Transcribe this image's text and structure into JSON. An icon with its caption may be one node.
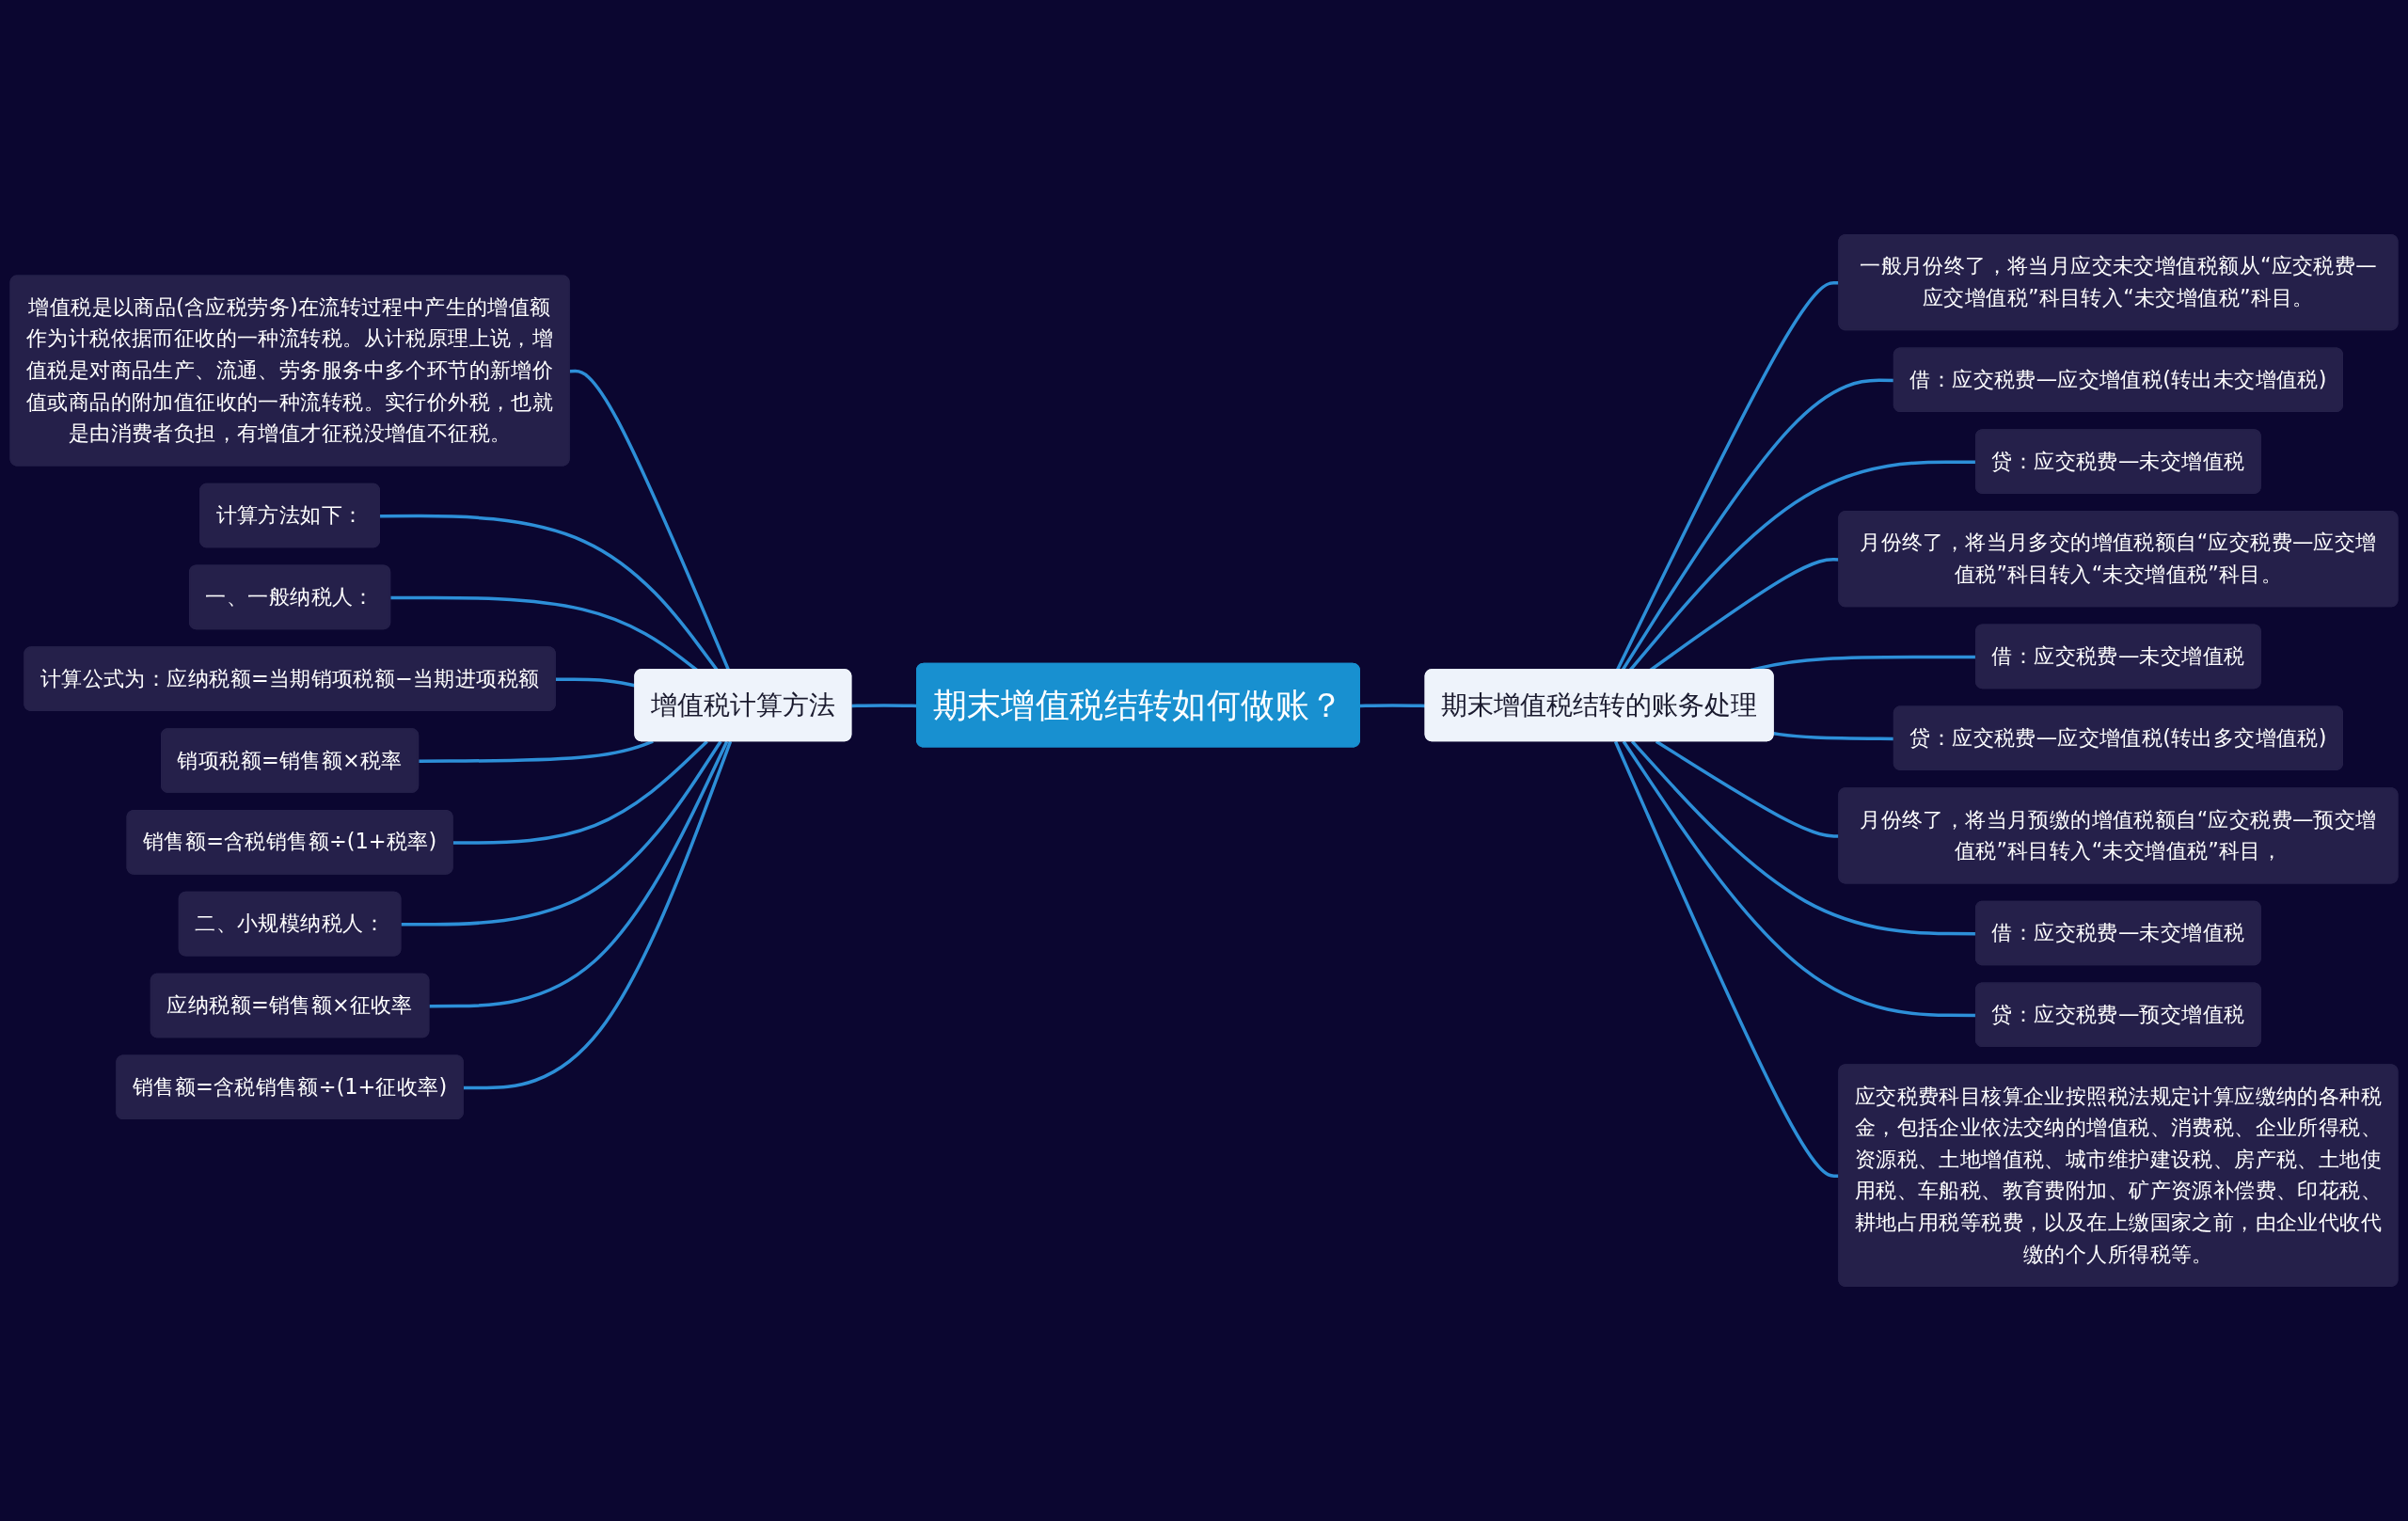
{
  "diagram": {
    "nodes": [
      {
        "text": [
          "期末增值税结转如何做账？"
        ]
      },
      {
        "text": [
          "增值税计算方法"
        ]
      },
      {
        "text": [
          "增值税是以商品(含应税劳务)在流转过程中产生的增值额作为计税依据而征收的一种流转税。从计税原理上说，增值税是对商品生产、流通、劳务服务中多个环节的新增价值或商品的附加值征收的一种流转税。实行价外税，也就是由消费者负担，有增值才征税没增值不征税。"
        ]
      },
      {
        "text": [
          "计算方法如下："
        ]
      },
      {
        "text": [
          "一、一般纳税人："
        ]
      },
      {
        "text": [
          "计算公式为：应纳税额=当期销项税额−当期进项税额"
        ]
      },
      {
        "text": [
          "销项税额=销售额×税率"
        ]
      },
      {
        "text": [
          "销售额=含税销售额÷(1+税率)"
        ]
      },
      {
        "text": [
          "二、小规模纳税人："
        ]
      },
      {
        "text": [
          "应纳税额=销售额×征收率"
        ]
      },
      {
        "text": [
          "销售额=含税销售额÷(1+征收率)"
        ]
      },
      {
        "text": [
          "期末增值税结转的账务处理"
        ]
      },
      {
        "text": [
          "一般月份终了，将当月应交未交增值税额从“应交税费—应交增值税”科目转入“未交增值税”科目。"
        ]
      },
      {
        "text": [
          "借：应交税费—应交增值税(转出未交增值税)"
        ]
      },
      {
        "text": [
          "贷：应交税费—未交增值税"
        ]
      },
      {
        "text": [
          "月份终了，将当月多交的增值税额自“应交税费—应交增值税”科目转入“未交增值税”科目。"
        ]
      },
      {
        "text": [
          "借：应交税费—未交增值税"
        ]
      },
      {
        "text": [
          "贷：应交税费—应交增值税(转出多交增值税)"
        ]
      },
      {
        "text": [
          "月份终了，将当月预缴的增值税额自“应交税费—预交增值税”科目转入“未交增值税”科目，"
        ]
      },
      {
        "text": [
          "借：应交税费—未交增值税"
        ]
      },
      {
        "text": [
          "贷：应交税费—预交增值税"
        ]
      },
      {
        "text": [
          "应交税费科目核算企业按照税法规定计算应缴纳的各种税金，包括企业依法交纳的增值税、消费税、企业所得税、资源税、土地增值税、城市维护建设税、房产税、土地使用税、车船税、教育费附加、矿产资源补偿费、印花税、耕地占用税等税费，以及在上缴国家之前，由企业代收代缴的个人所得税等。"
        ]
      }
    ],
    "edges": [
      {
        "from": 1,
        "to": 0,
        "arrow": "none"
      },
      {
        "from": 2,
        "to": 1,
        "arrow": "none"
      },
      {
        "from": 3,
        "to": 1,
        "arrow": "none"
      },
      {
        "from": 4,
        "to": 1,
        "arrow": "none"
      },
      {
        "from": 5,
        "to": 1,
        "arrow": "none"
      },
      {
        "from": 6,
        "to": 1,
        "arrow": "none"
      },
      {
        "from": 7,
        "to": 1,
        "arrow": "none"
      },
      {
        "from": 8,
        "to": 1,
        "arrow": "none"
      },
      {
        "from": 9,
        "to": 1,
        "arrow": "none"
      },
      {
        "from": 10,
        "to": 1,
        "arrow": "none"
      },
      {
        "from": 0,
        "to": 11,
        "arrow": "none"
      },
      {
        "from": 11,
        "to": 12,
        "arrow": "none"
      },
      {
        "from": 11,
        "to": 13,
        "arrow": "none"
      },
      {
        "from": 11,
        "to": 14,
        "arrow": "none"
      },
      {
        "from": 11,
        "to": 15,
        "arrow": "none"
      },
      {
        "from": 11,
        "to": 16,
        "arrow": "none"
      },
      {
        "from": 11,
        "to": 17,
        "arrow": "none"
      },
      {
        "from": 11,
        "to": 18,
        "arrow": "none"
      },
      {
        "from": 11,
        "to": 19,
        "arrow": "none"
      },
      {
        "from": 11,
        "to": 20,
        "arrow": "none"
      },
      {
        "from": 11,
        "to": 21,
        "arrow": "none"
      }
    ]
  }
}
